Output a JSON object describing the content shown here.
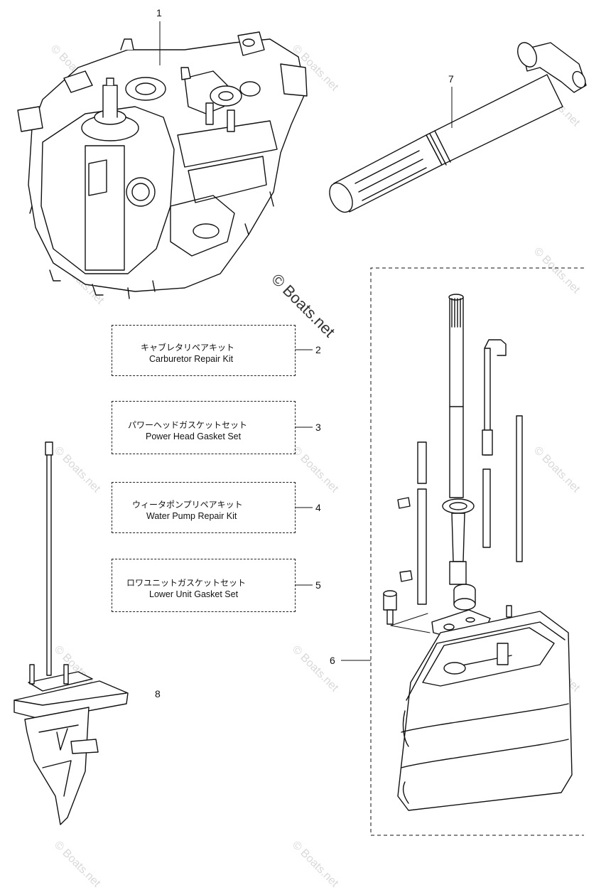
{
  "watermark": "© Boats.net",
  "callouts": {
    "c1": "1",
    "c2": "2",
    "c3": "3",
    "c4": "4",
    "c5": "5",
    "c6": "6",
    "c7": "7",
    "c8": "8"
  },
  "kits": [
    {
      "jp": "キャブレタリペアキット",
      "en": "Carburetor Repair Kit"
    },
    {
      "jp": "パワーヘッドガスケットセット",
      "en": "Power Head Gasket Set"
    },
    {
      "jp": "ウィータポンプリペアキット",
      "en": "Water Pump Repair Kit"
    },
    {
      "jp": "ロワユニットガスケットセット",
      "en": "Lower Unit Gasket Set"
    }
  ]
}
